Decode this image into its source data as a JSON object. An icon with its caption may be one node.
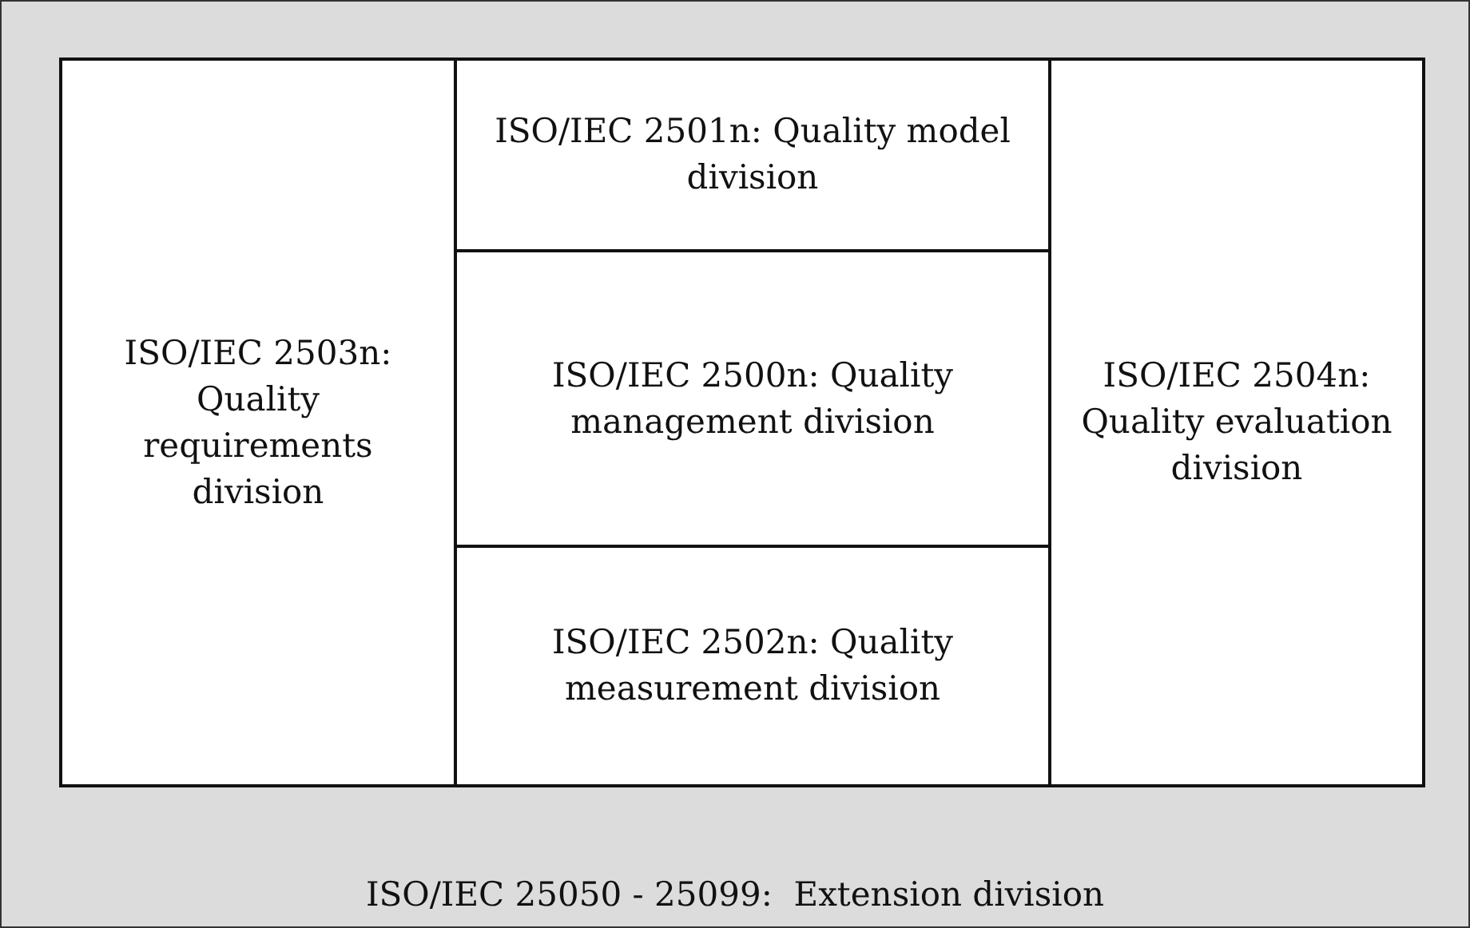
{
  "diagram": {
    "nodes": [
      {
        "text": [
          "ISO/IEC 25050 - 25099:  Extension division"
        ]
      },
      {
        "text": [
          "ISO/IEC 2503n: Quality requirements division"
        ],
        "in": 0
      },
      {
        "text": [
          "ISO/IEC 2501n: Quality model division"
        ],
        "in": 0
      },
      {
        "text": [
          "ISO/IEC 2500n: Quality management division"
        ],
        "in": 0
      },
      {
        "text": [
          "ISO/IEC 2502n: Quality measurement division"
        ],
        "in": 0
      },
      {
        "text": [
          "ISO/IEC 2504n: Quality evaluation division"
        ],
        "in": 0
      }
    ]
  }
}
